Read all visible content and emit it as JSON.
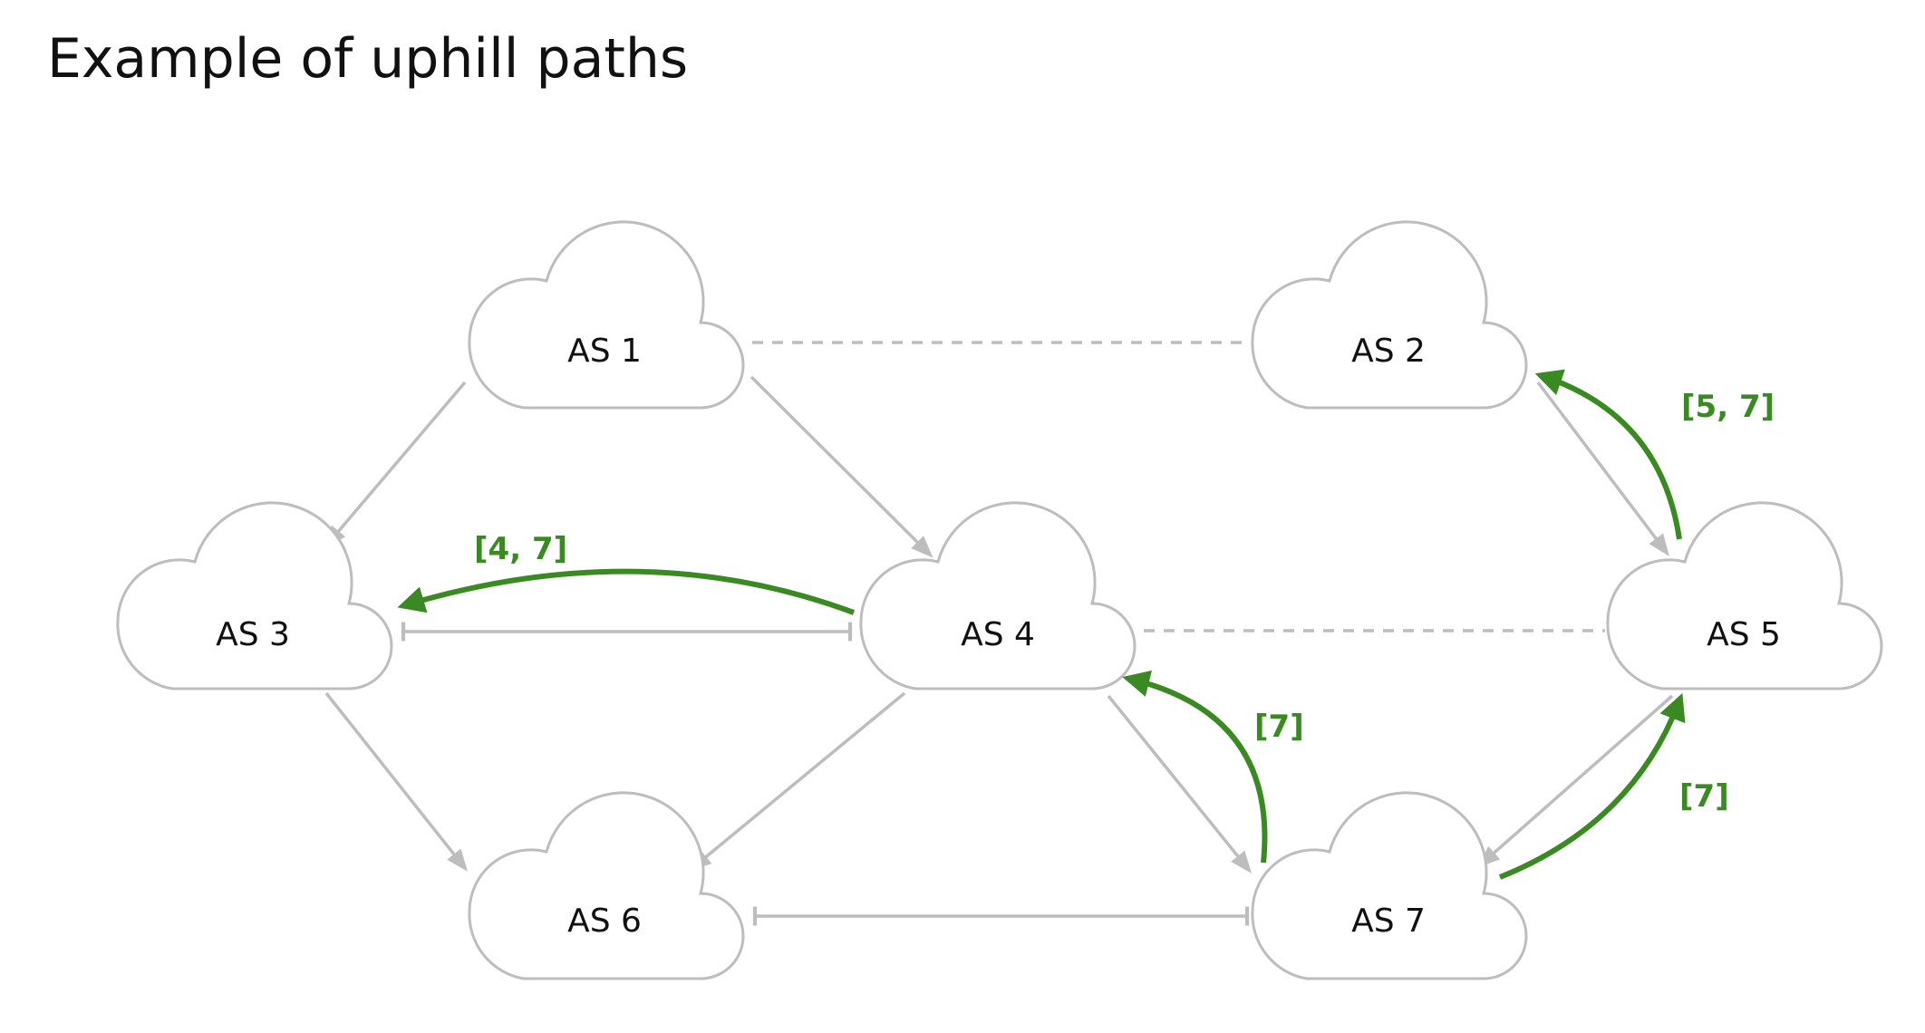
{
  "title": "Example of uphill paths",
  "colors": {
    "background": "#ffffff",
    "cloud_stroke": "#bdbdbd",
    "edge": "#bdbdbd",
    "uphill_path": "#3a8a22",
    "text": "#111111"
  },
  "nodes": [
    {
      "id": "as1",
      "label": "AS 1"
    },
    {
      "id": "as2",
      "label": "AS 2"
    },
    {
      "id": "as3",
      "label": "AS 3"
    },
    {
      "id": "as4",
      "label": "AS 4"
    },
    {
      "id": "as5",
      "label": "AS 5"
    },
    {
      "id": "as6",
      "label": "AS 6"
    },
    {
      "id": "as7",
      "label": "AS 7"
    }
  ],
  "edges": [
    {
      "from": "as1",
      "to": "as3",
      "relation": "provider-to-customer"
    },
    {
      "from": "as1",
      "to": "as4",
      "relation": "provider-to-customer"
    },
    {
      "from": "as2",
      "to": "as5",
      "relation": "provider-to-customer"
    },
    {
      "from": "as3",
      "to": "as6",
      "relation": "provider-to-customer"
    },
    {
      "from": "as4",
      "to": "as6",
      "relation": "provider-to-customer"
    },
    {
      "from": "as4",
      "to": "as7",
      "relation": "provider-to-customer"
    },
    {
      "from": "as5",
      "to": "as7",
      "relation": "provider-to-customer"
    },
    {
      "from": "as1",
      "to": "as2",
      "relation": "dashed"
    },
    {
      "from": "as4",
      "to": "as5",
      "relation": "dashed"
    },
    {
      "from": "as3",
      "to": "as4",
      "relation": "peer"
    },
    {
      "from": "as6",
      "to": "as7",
      "relation": "peer"
    }
  ],
  "uphill_paths": [
    {
      "from": "as4",
      "to": "as3",
      "label": "[4, 7]"
    },
    {
      "from": "as5",
      "to": "as2",
      "label": "[5, 7]"
    },
    {
      "from": "as7",
      "to": "as4",
      "label": "[7]"
    },
    {
      "from": "as7",
      "to": "as5",
      "label": "[7]"
    }
  ]
}
